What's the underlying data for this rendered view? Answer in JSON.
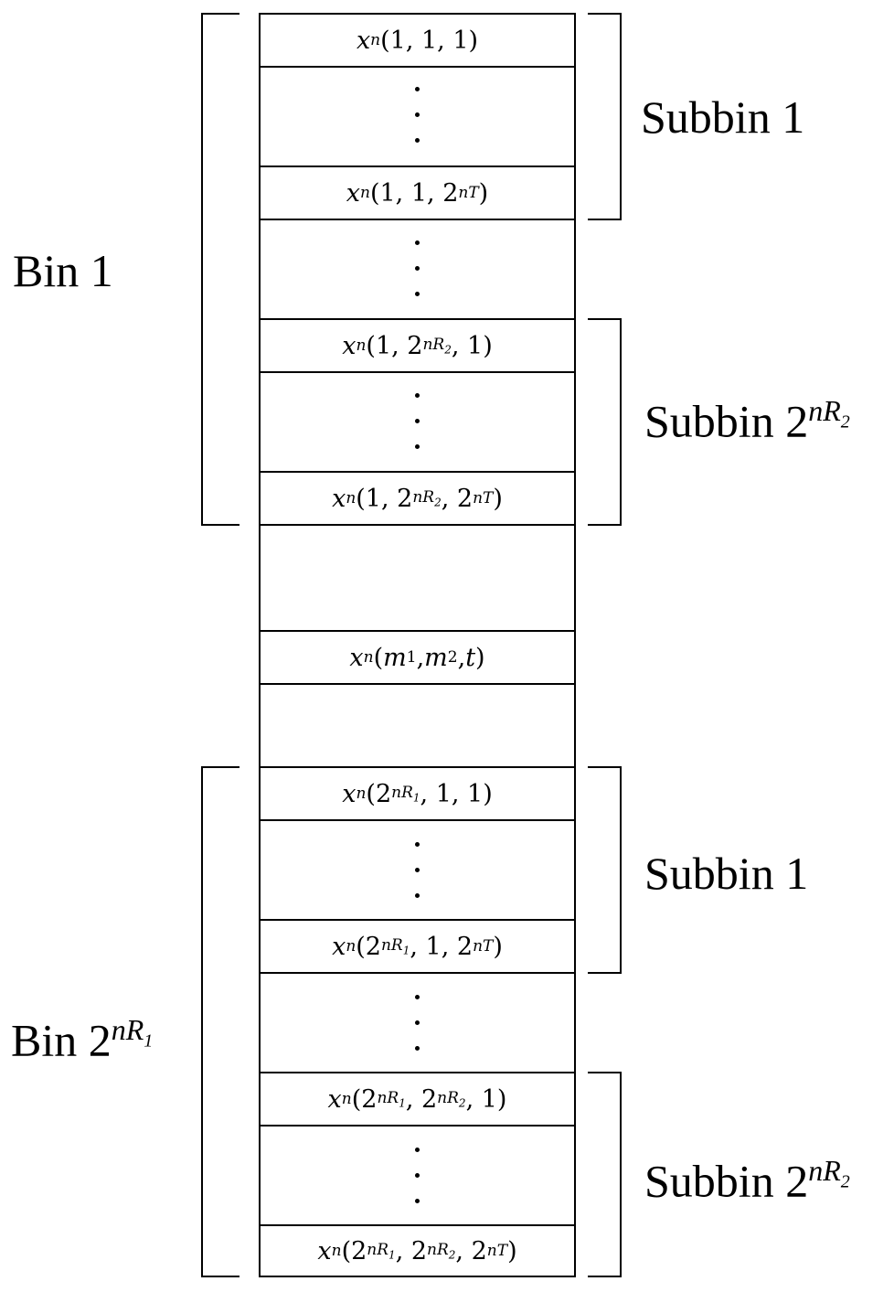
{
  "rows": {
    "r1": "x^n(1, 1, 1)",
    "r2": "x^n(1, 1, 2^{nT})",
    "r3": "x^n(1, 2^{nR_2}, 1)",
    "r4": "x^n(1, 2^{nR_2}, 2^{nT})",
    "r5": "x^n(m_1, m_2, t)",
    "r6": "x^n(2^{nR_1}, 1, 1)",
    "r7": "x^n(2^{nR_1}, 1, 2^{nT})",
    "r8": "x^n(2^{nR_1}, 2^{nR_2}, 1)",
    "r9": "x^n(2^{nR_1}, 2^{nR_2}, 2^{nT})"
  },
  "labels": {
    "bin_1": "Bin 1",
    "bin_last": "Bin 2^{nR_1}",
    "subbin_1_a": "Subbin 1",
    "subbin_last_a": "Subbin 2^{nR_2}",
    "subbin_1_b": "Subbin 1",
    "subbin_last_b": "Subbin 2^{nR_2}"
  },
  "text": {
    "x": "x",
    "n": "n",
    "one": "1",
    "two": "2",
    "nT": "nT",
    "nR": "nR",
    "sub1": "1",
    "sub2": "2",
    "m": "m",
    "t": "t",
    "bin": "Bin",
    "subbin": "Subbin"
  }
}
